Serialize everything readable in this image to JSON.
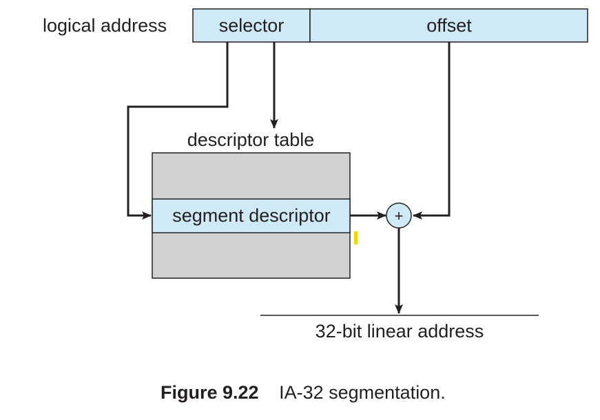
{
  "logical_address": {
    "label": "logical address",
    "selector_label": "selector",
    "offset_label": "offset"
  },
  "descriptor_table": {
    "title": "descriptor table",
    "segment_descriptor_label": "segment descriptor"
  },
  "adder": {
    "symbol": "+"
  },
  "output": {
    "label": "32-bit linear address"
  },
  "caption": {
    "number": "Figure 9.22",
    "text": "IA-32 segmentation."
  },
  "colors": {
    "field_fill": "#cfe9f6",
    "table_fill": "#d1d2d4",
    "stroke": "#231f20",
    "marker": "#f2d600"
  }
}
